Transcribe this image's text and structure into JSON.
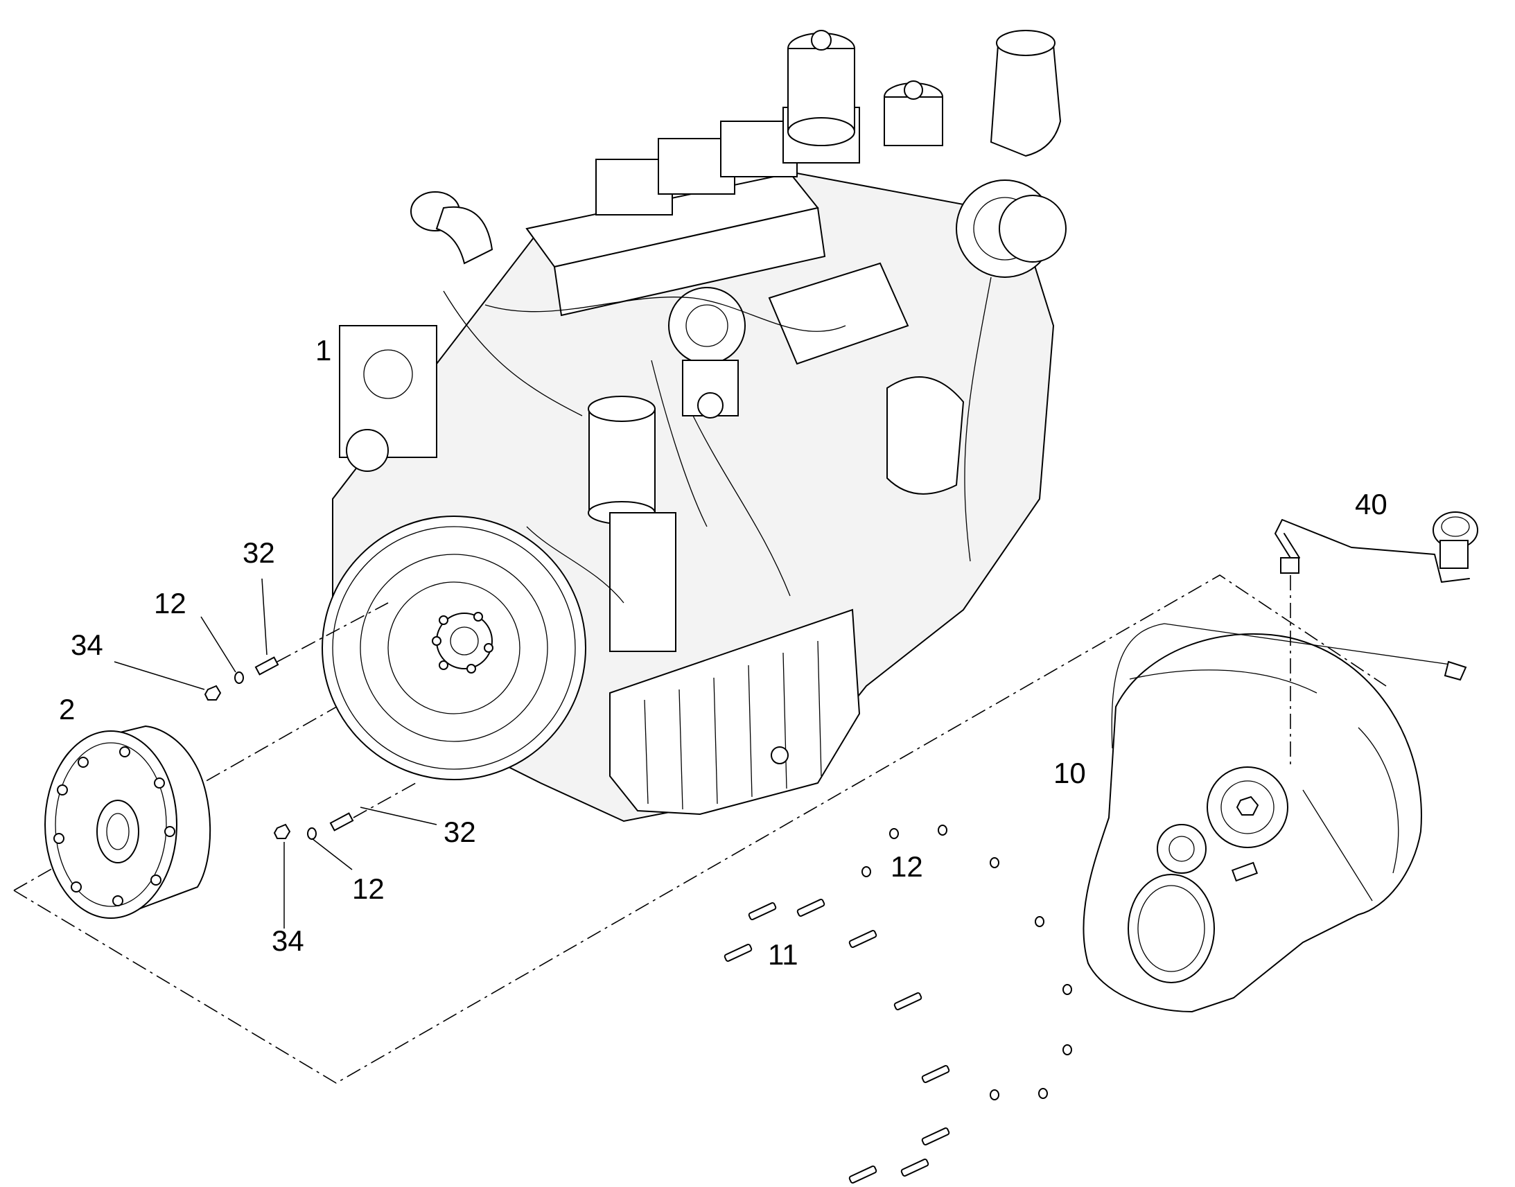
{
  "callouts": {
    "c1": "1",
    "c2": "2",
    "c10": "10",
    "c11": "11",
    "c12a": "12",
    "c12b": "12",
    "c12c": "12",
    "c32a": "32",
    "c32b": "32",
    "c34a": "34",
    "c34b": "34",
    "c40": "40"
  },
  "parts": {
    "engine": "engine-assembly",
    "flywheel_coupling": "flywheel-coupling-plate",
    "flywheel_housing": "flywheel-housing",
    "breather_tube": "breather-tube"
  }
}
